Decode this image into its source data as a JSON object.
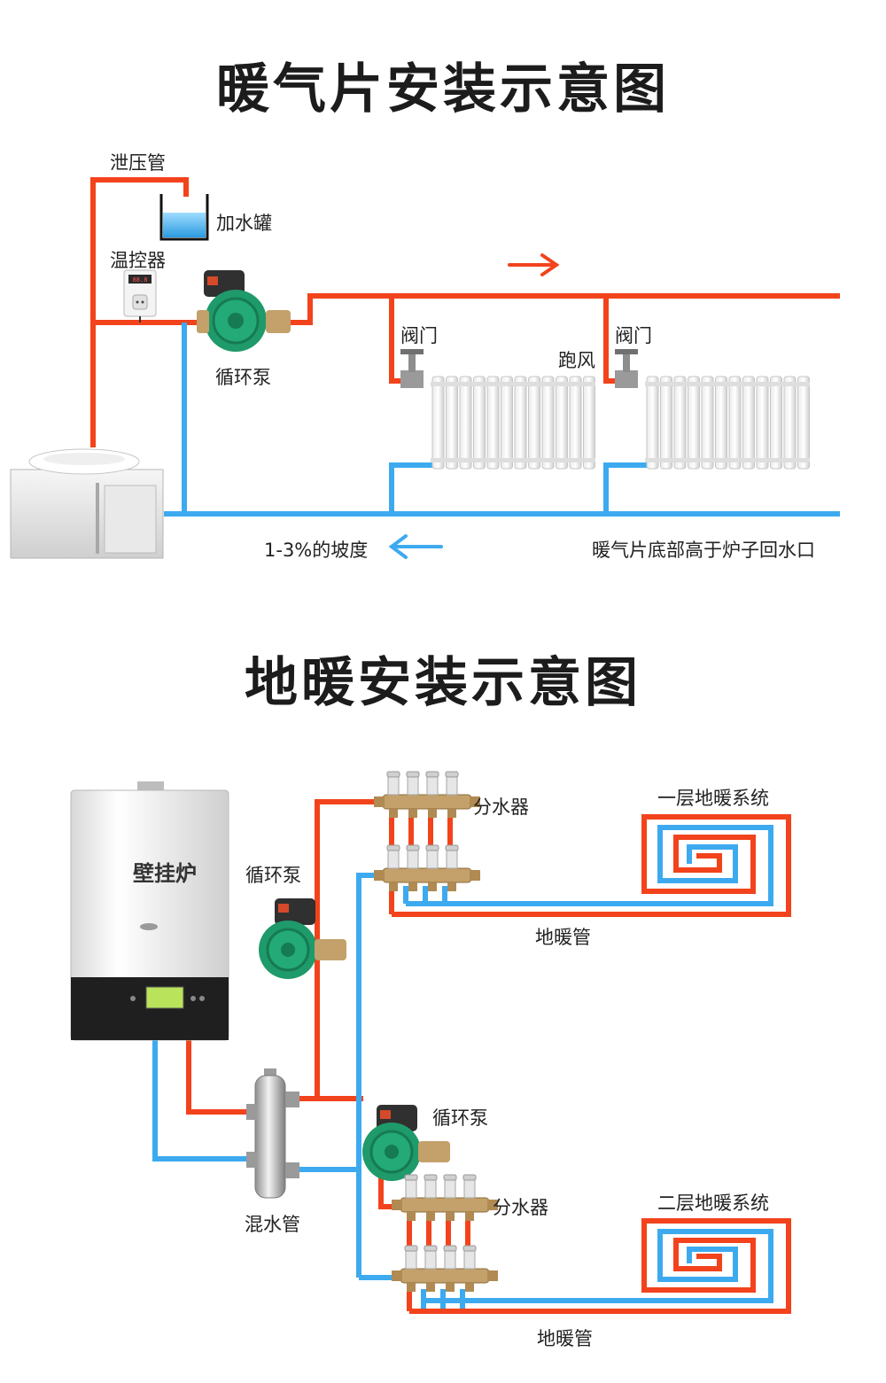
{
  "section1": {
    "title": "暖气片安装示意图",
    "labels": {
      "relief_pipe": "泄压管",
      "water_tank": "加水罐",
      "thermostat": "温控器",
      "pump": "循环泵",
      "valve_1": "阀门",
      "valve_2": "阀门",
      "air_vent": "跑风",
      "slope": "1-3%的坡度",
      "height_note": "暖气片底部高于炉子回水口"
    }
  },
  "section2": {
    "title": "地暖安装示意图",
    "labels": {
      "boiler": "壁挂炉",
      "pump_upper": "循环泵",
      "pump_lower": "循环泵",
      "manifold_upper": "分水器",
      "manifold_lower": "分水器",
      "floor1_system": "一层地暖系统",
      "floor2_system": "二层地暖系统",
      "floor_pipe_upper": "地暖管",
      "floor_pipe_lower": "地暖管",
      "mixing_pipe": "混水管"
    }
  },
  "colors": {
    "supply_pipe": "#f2431c",
    "return_pipe": "#3daaf0",
    "pump_green": "#1f9a6a",
    "brass": "#c4a06a"
  }
}
